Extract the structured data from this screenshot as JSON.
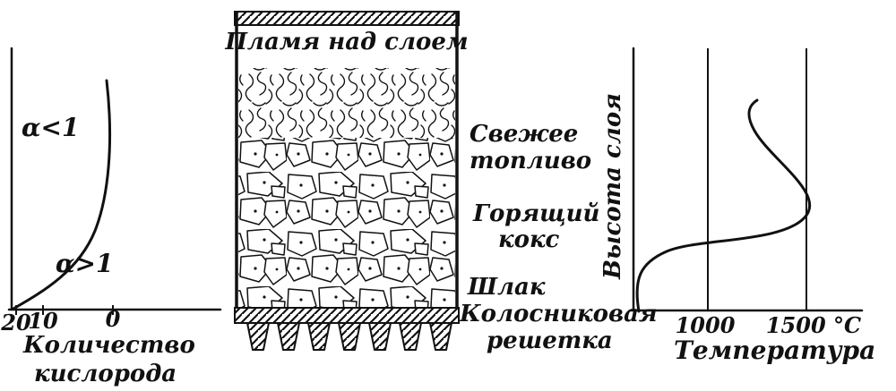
{
  "figure": {
    "left_chart": {
      "alpha_less": "α<1",
      "alpha_greater": "α>1",
      "ticks": [
        "20",
        "10",
        "0"
      ],
      "caption_line1": "Количество",
      "caption_line2": "кислорода"
    },
    "furnace": {
      "flame_label": "Пламя над слоем",
      "fresh_fuel_line1": "Свежее",
      "fresh_fuel_line2": "топливо",
      "burning_coke_line1": "Горящий",
      "burning_coke_line2": "кокс",
      "slag": "Шлак",
      "grate_line1": "Колосниковая",
      "grate_line2": "решетка"
    },
    "right_chart": {
      "ylabel": "Высота слоя",
      "tick_1000": "1000",
      "tick_1500": "1500 °C",
      "caption": "Температура"
    }
  },
  "colors": {
    "ink": "#111111",
    "background": "#ffffff"
  },
  "chart_data": [
    {
      "type": "line",
      "title": "Количество кислорода",
      "xlabel": "Количество кислорода",
      "ylabel": "",
      "x_ticks": [
        "20",
        "10",
        "0"
      ],
      "x_axis_reversed": true,
      "grid": false,
      "annotations": [
        "α<1",
        "α>1"
      ],
      "y_unit": "relative height of layer (0 = grate, 1 = top)",
      "series": [
        {
          "points": [
            [
              20,
              0.0
            ],
            [
              15,
              0.08
            ],
            [
              10,
              0.2
            ],
            [
              6,
              0.35
            ],
            [
              3.5,
              0.5
            ],
            [
              2.5,
              0.65
            ],
            [
              2,
              0.8
            ],
            [
              2.3,
              0.95
            ]
          ]
        }
      ]
    },
    {
      "type": "line",
      "title": "Температура",
      "xlabel": "Температура",
      "ylabel": "Высота слоя",
      "x_ticks": [
        "1000",
        "1500 °C"
      ],
      "gridlines_x": [
        1000,
        1500
      ],
      "grid": true,
      "y_unit": "relative height of layer (0 = grate, 1 = top)",
      "series": [
        {
          "points": [
            [
              650,
              0.0
            ],
            [
              700,
              0.1
            ],
            [
              800,
              0.22
            ],
            [
              1200,
              0.33
            ],
            [
              1450,
              0.4
            ],
            [
              1510,
              0.45
            ],
            [
              1450,
              0.55
            ],
            [
              1350,
              0.7
            ],
            [
              1250,
              0.85
            ],
            [
              1220,
              1.0
            ]
          ]
        }
      ]
    }
  ]
}
